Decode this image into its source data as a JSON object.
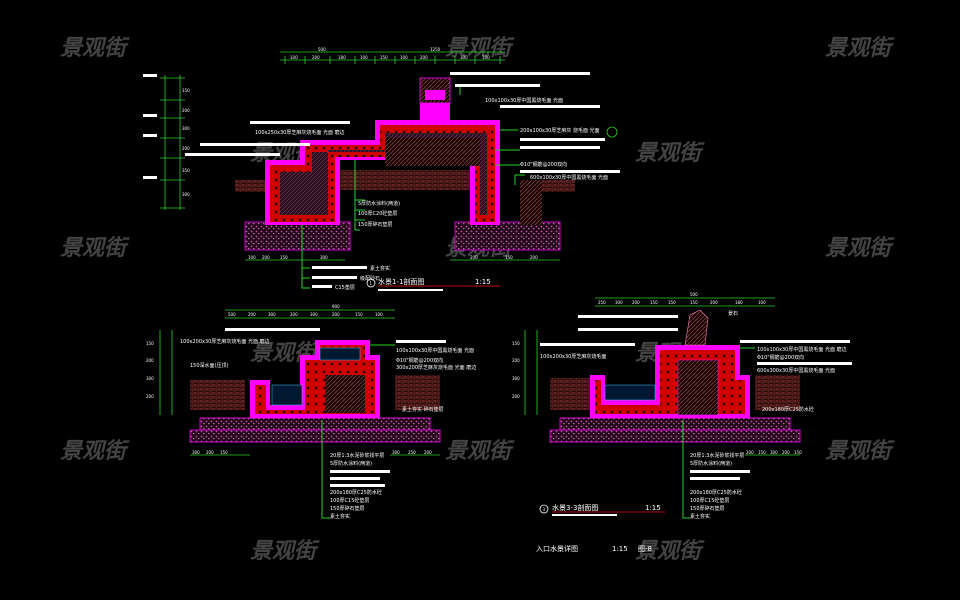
{
  "watermark": "景观街",
  "sections": [
    {
      "id": "1-1",
      "title": "水景1-1剖面图",
      "scale": "1:15",
      "marker": "1",
      "top_dims": [
        "500",
        "1250",
        "100",
        "200",
        "180",
        "100",
        "150",
        "100",
        "200",
        "300",
        "100"
      ],
      "bottom_dims": [
        "100",
        "200",
        "150",
        "300",
        "200",
        "150",
        "200"
      ],
      "left_dims": [
        "150",
        "200",
        "300",
        "200",
        "350",
        "300"
      ],
      "labels_right": [
        "100x100x30厚中国黑烧毛面 光面",
        "200x100x30厚芝麻灰 烧毛面 光面",
        "Φ10\"钢筋@200双向",
        "600x100x30厚中国黑烧毛面 光面"
      ],
      "labels_left": [
        "100x250x30厚芝麻灰烧毛面 光面 磨边",
        "5厚防水涂料(两道)",
        "100厚C20砼垫层",
        "150厚碎石垫层"
      ],
      "labels_bottom": [
        "素土夯实",
        "级配砂石",
        "C15垫层"
      ]
    },
    {
      "id": "2-2",
      "top_dims": [
        "900",
        "500",
        "200",
        "300",
        "200",
        "300",
        "200",
        "150",
        "100"
      ],
      "bottom_dims": [
        "300",
        "200",
        "150",
        "300",
        "250",
        "200"
      ],
      "left_dims": [
        "150",
        "200",
        "300",
        "200"
      ],
      "labels_top": [
        "100x200x30厚芝麻灰烧毛面 光面 磨边",
        "150深水面(压顶)",
        "100x100x30厚中国黑烧毛面 光面"
      ],
      "labels_right": [
        "Φ10\"钢筋@200双向",
        "300x200厚芝麻灰烧毛面 光面 磨边",
        "素土夯实 碎石垫层"
      ],
      "labels_bottom": [
        "20厚1:3水泥砂浆找平层",
        "5厚防水涂料(两道)",
        "200x180厚C25防水砼",
        "100厚C15砼垫层",
        "150厚碎石垫层",
        "素土夯实"
      ]
    },
    {
      "id": "3-3",
      "title": "水景3-3剖面图",
      "scale": "1:15",
      "marker": "3",
      "top_dims": [
        "500",
        "250",
        "300",
        "200",
        "150",
        "350",
        "150",
        "200",
        "180",
        "100"
      ],
      "bottom_dims": [
        "200",
        "150",
        "300",
        "200",
        "150"
      ],
      "left_dims": [
        "150",
        "200",
        "300",
        "200"
      ],
      "labels_top": [
        "100x200x30厚芝麻灰烧毛面",
        "景石"
      ],
      "labels_right": [
        "100x100x30厚中国黑烧毛面 光面 磨边",
        "Φ10\"钢筋@200双向",
        "600x300x30厚中国黑烧毛面 光面",
        "200x180厚C25防水砼"
      ],
      "labels_bottom": [
        "20厚1:3水泥砂浆找平层",
        "5厚防水涂料(两道)",
        "200x180厚C25防水砼",
        "100厚C15砼垫层",
        "150厚碎石垫层",
        "素土夯实"
      ]
    }
  ],
  "footer": {
    "name": "入口水景详图",
    "scale": "1:15",
    "sheet": "图-8"
  },
  "colors": {
    "background": "#000000",
    "structure_outline": "#ff00ff",
    "rebar": "#ff0000",
    "leader": "#28d228",
    "hatch": "#8b3a3a"
  }
}
